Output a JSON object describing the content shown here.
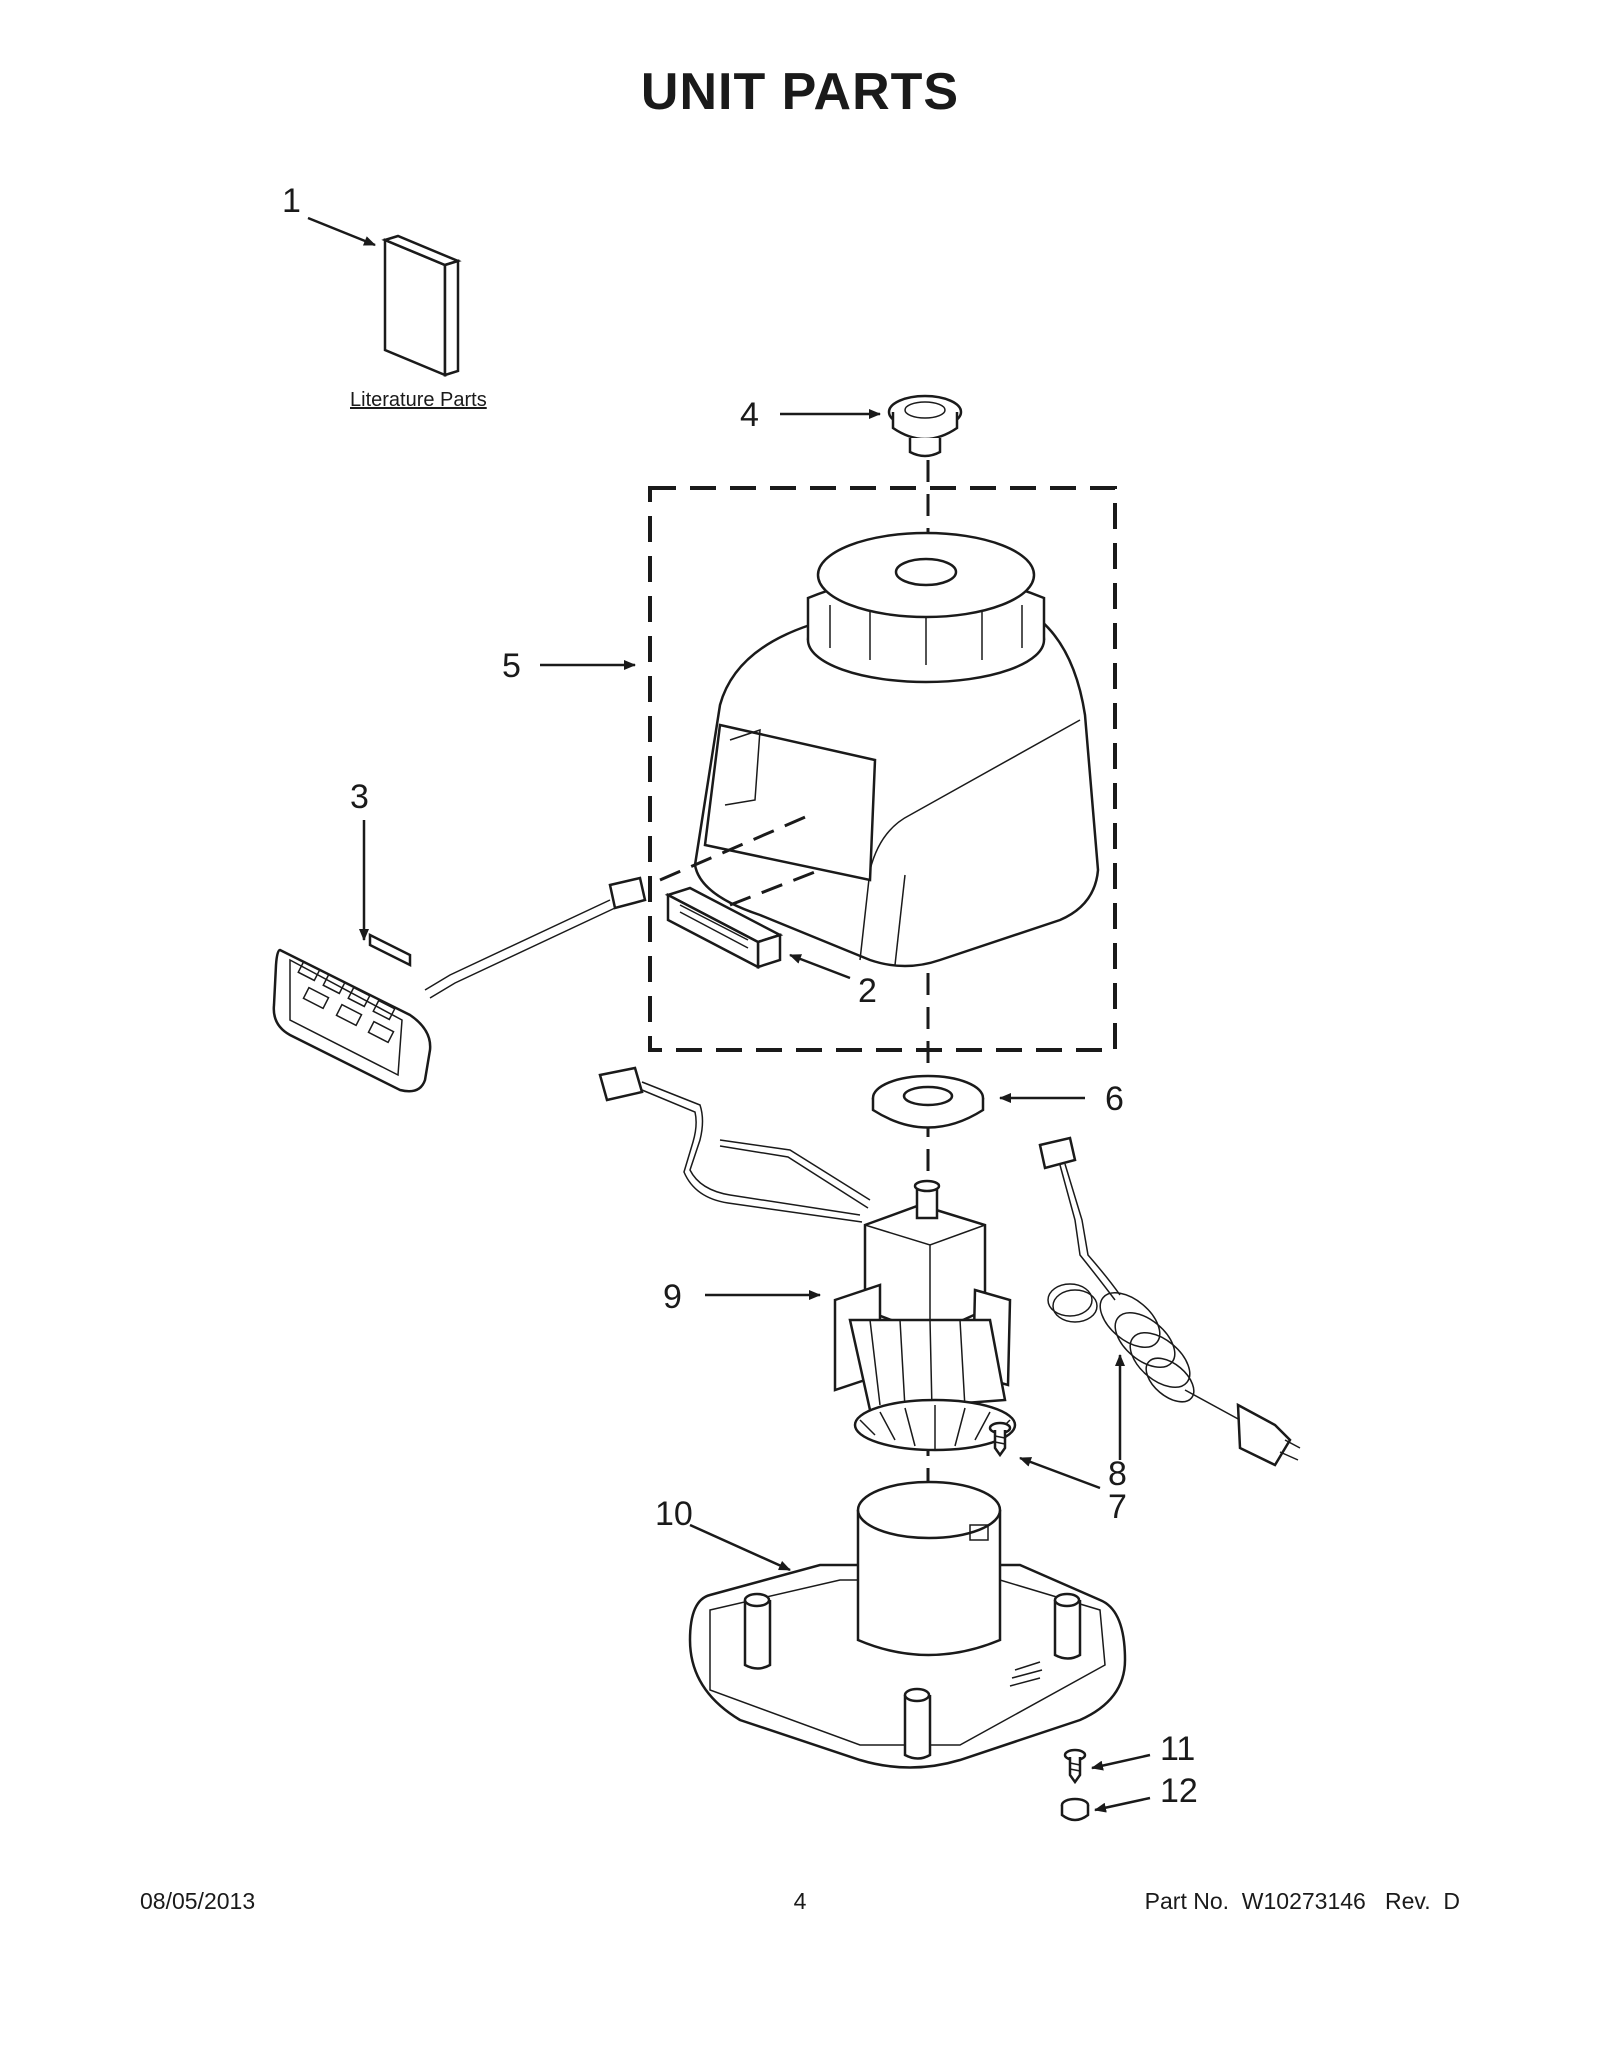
{
  "title": "UNIT PARTS",
  "literature_label": "Literature Parts",
  "callouts": {
    "c1": "1",
    "c2": "2",
    "c3": "3",
    "c4": "4",
    "c5": "5",
    "c6": "6",
    "c7": "7",
    "c8": "8",
    "c9": "9",
    "c10": "10",
    "c11": "11",
    "c12": "12"
  },
  "footer": {
    "date": "08/05/2013",
    "page": "4",
    "part": "Part No.  W10273146   Rev.  D"
  }
}
